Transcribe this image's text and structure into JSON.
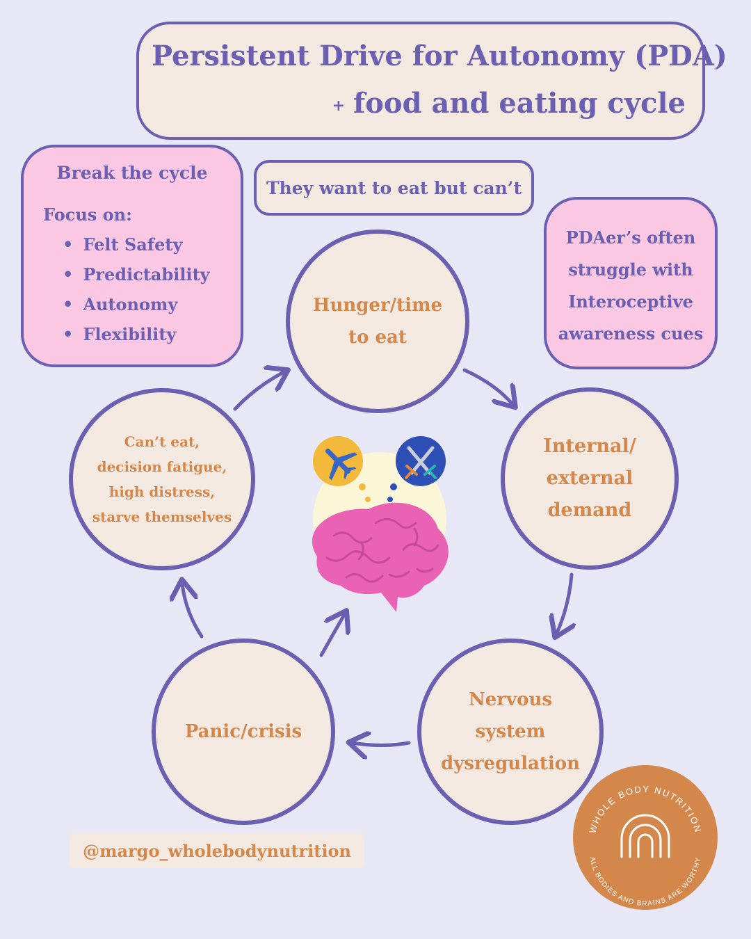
{
  "title": {
    "line1": "Persistent Drive for Autonomy (PDA)",
    "plus": "+",
    "line2": "food and eating cycle"
  },
  "break_cycle": {
    "heading": "Break the cycle",
    "focus_label": "Focus on:",
    "items": [
      "Felt Safety",
      "Predictability",
      "Autonomy",
      "Flexibility"
    ]
  },
  "want_text": "They want to eat but can’t",
  "pda_note": "PDAer’s often struggle with Interoceptive awareness cues",
  "cycle": {
    "hunger": "Hunger/time\nto eat",
    "demand": "Internal/\nexternal\ndemand",
    "nervous": "Nervous\nsystem\ndysregulation",
    "panic": "Panic/crisis",
    "cant_eat": "Can’t eat,\ndecision fatigue,\nhigh distress,\nstarve themselves"
  },
  "handle": "@margo_wholebodynutrition",
  "logo": {
    "top_text": "WHOLE BODY NUTRITION",
    "bottom_text": "ALL BODIES AND BRAINS ARE WORTHY"
  },
  "icons": [
    "airplane-icon",
    "crossed-swords-icon",
    "brain-icon",
    "rainbow-icon"
  ],
  "colors": {
    "background": "#e8e7f6",
    "purple": "#6b5fb2",
    "orange": "#d3874a",
    "cream": "#f3e9e1",
    "pink": "#fbc8e4",
    "brain": "#e962b4"
  }
}
